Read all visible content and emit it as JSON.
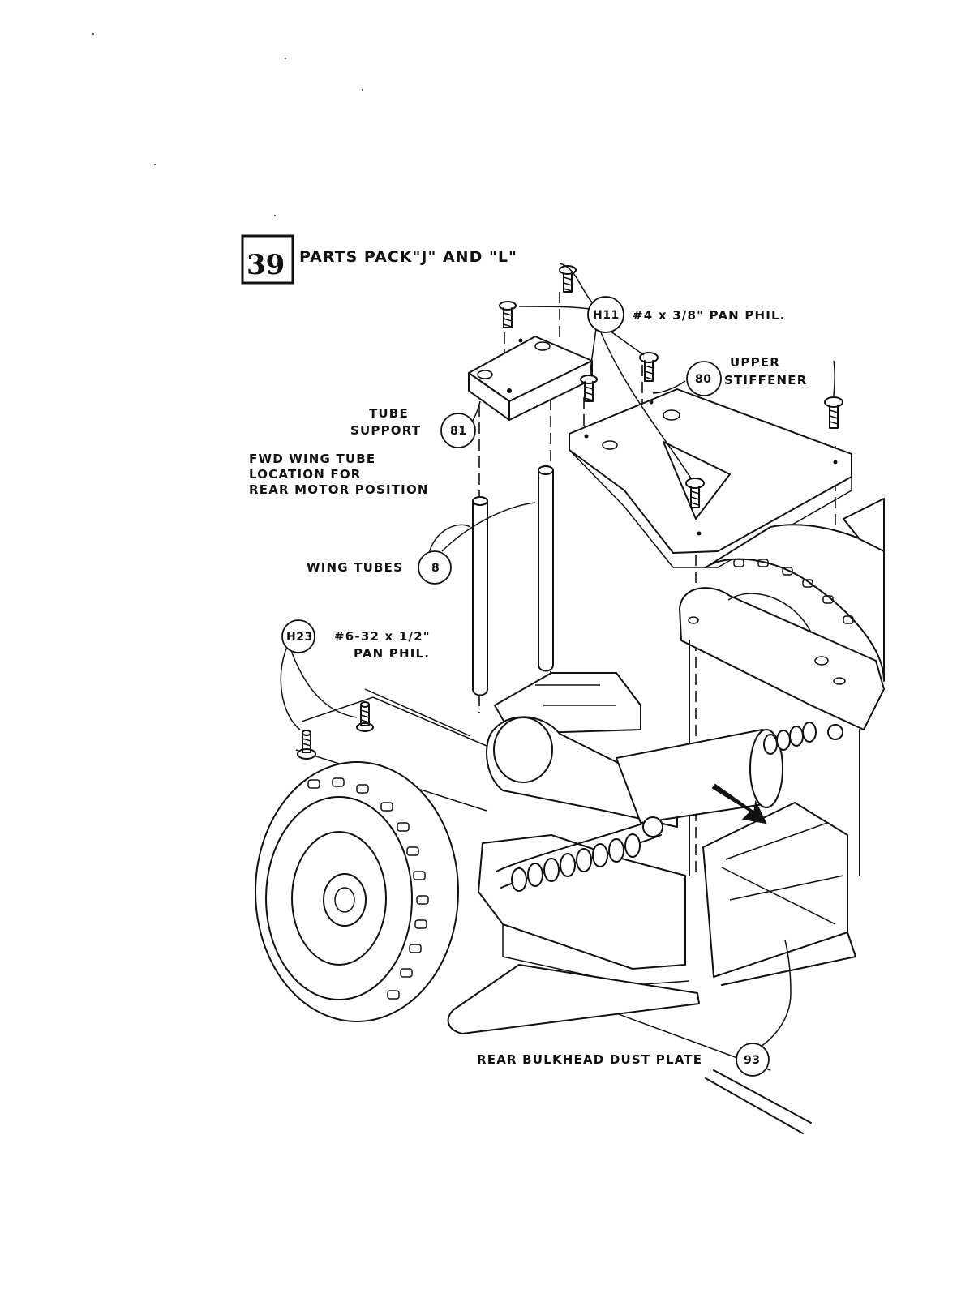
{
  "step": {
    "number": "39",
    "title": "PARTS PACK\"J\" AND \"L\""
  },
  "labels": {
    "h11_spec": "#4 x 3/8\" PAN PHIL.",
    "upper_stiffener_1": "UPPER",
    "upper_stiffener_2": "STIFFENER",
    "tube_support_1": "TUBE",
    "tube_support_2": "SUPPORT",
    "fwd_note_1": "FWD WING TUBE",
    "fwd_note_2": "LOCATION FOR",
    "fwd_note_3": "REAR MOTOR POSITION",
    "wing_tubes": "WING TUBES",
    "h23_spec_1": "#6-32 x 1/2\"",
    "h23_spec_2": "PAN PHIL.",
    "dust_plate": "REAR BULKHEAD DUST PLATE"
  },
  "callouts": {
    "h11": "H11",
    "p80": "80",
    "p81": "81",
    "p8": "8",
    "h23": "H23",
    "p93": "93"
  }
}
